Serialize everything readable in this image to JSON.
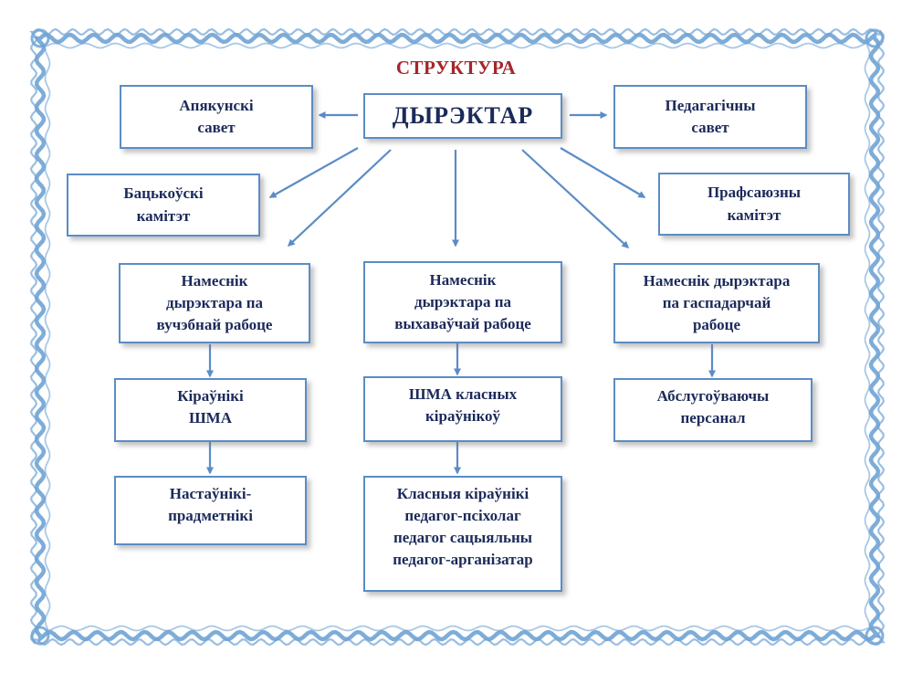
{
  "title": "СТРУКТУРА",
  "director": "ДЫРЭКТАР",
  "councils": {
    "guardian": [
      "Апякунскі",
      "савет"
    ],
    "pedagogical": [
      "Педагагічны",
      "савет"
    ],
    "parents": [
      "Бацькоўскі",
      "камітэт"
    ],
    "union": [
      "Прафсаюзны",
      "камітэт"
    ]
  },
  "deputies": {
    "academic": [
      "Намеснік",
      "дырэктара па",
      "вучэбнай  рабоце"
    ],
    "educational": [
      "Намеснік",
      "дырэктара па",
      "выхаваўчай рабоце"
    ],
    "economic": [
      "Намеснік дырэктара",
      "па гаспадарчай",
      "рабоце"
    ]
  },
  "level2": {
    "shma_heads": [
      "Кіраўнікі",
      "ШМА"
    ],
    "class_shma": [
      "ШМА класных",
      "кіраўнікоў"
    ],
    "service_staff": [
      "Абслугоўваючы",
      "персанал"
    ]
  },
  "level3": {
    "subject_teachers": [
      "Настаўнікі-",
      "прадметнікі"
    ],
    "class_staff": [
      "Класныя кіраўнікі",
      "педагог-псіхолаг",
      "педагог сацыяльны",
      "педагог-арганізатар"
    ]
  },
  "colors": {
    "title": "#a4262c",
    "text": "#1b2a5a",
    "box_border": "#5b8cc6",
    "arrow": "#5b8cc6",
    "frame": "#6fa3d4"
  }
}
